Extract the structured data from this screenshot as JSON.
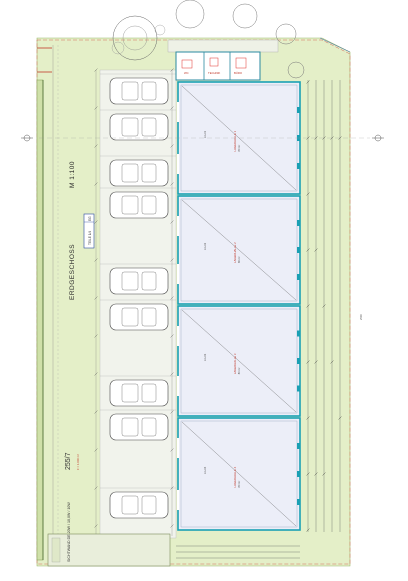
{
  "drawing": {
    "floor_label": "ERDGESCHOSS",
    "scale_label": "M 1:100",
    "parcel_number": "255/7",
    "parcel_area": "F = 1.000 m²",
    "legend_item": "TEILE 1/4",
    "legend_prefix": "EG",
    "noise_wall_label": "SICHTWAND DE 20W / 10,0W / 10W",
    "east_dimension_total": "2500"
  },
  "units": [
    {
      "label": "LAGERHALLE 1",
      "area": "80 m²",
      "code": "LG-01"
    },
    {
      "label": "LAGERHALLE 2",
      "area": "80 m²",
      "code": "LG-02"
    },
    {
      "label": "LAGERHALLE 3",
      "area": "80 m²",
      "code": "LG-03"
    },
    {
      "label": "LAGERHALLE 4",
      "area": "80 m²",
      "code": "LG-04"
    }
  ],
  "service_rooms": [
    {
      "label": "WC"
    },
    {
      "label": "TECHNIK"
    },
    {
      "label": "BÜRO"
    }
  ],
  "colors": {
    "parcel_green": "#e4efc8",
    "unit_outline": "#1aa0b4",
    "unit_fill": "#eceef8",
    "room_red": "#e0302a",
    "grid_line": "#6a6a6a"
  }
}
